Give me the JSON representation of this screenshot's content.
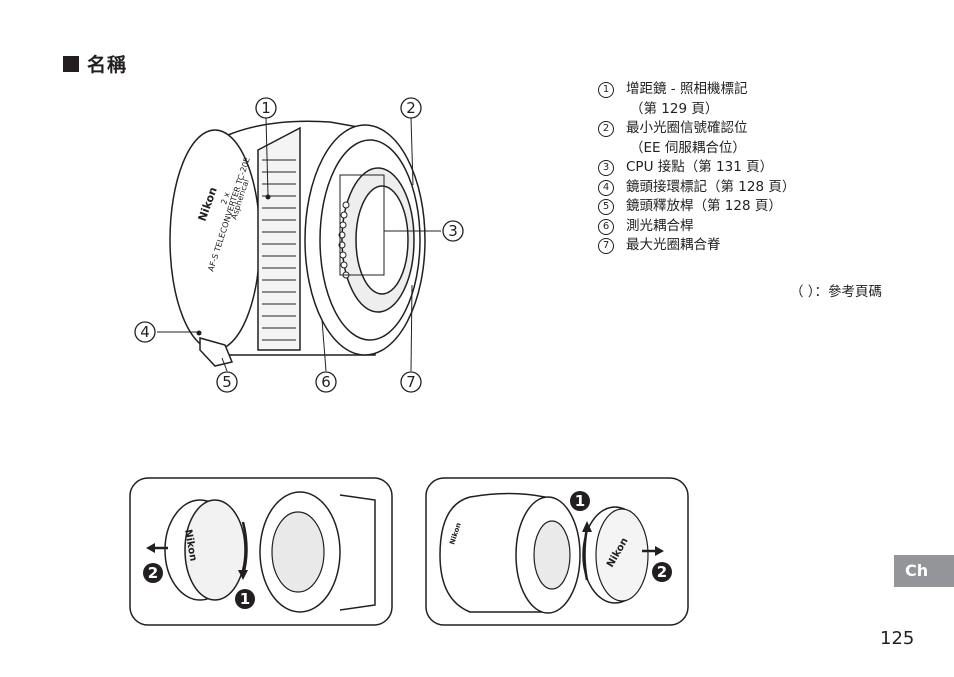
{
  "section": {
    "title": "名稱"
  },
  "callouts": [
    "1",
    "2",
    "3",
    "4",
    "5",
    "6",
    "7"
  ],
  "parts": [
    {
      "num": "1",
      "label": "增距鏡 - 照相機標記",
      "sub": "（第 129 頁）"
    },
    {
      "num": "2",
      "label": "最小光圈信號確認位",
      "sub": "（EE 伺服耦合位）"
    },
    {
      "num": "3",
      "label": "CPU 接點（第 131 頁）",
      "sub": ""
    },
    {
      "num": "4",
      "label": "鏡頭接環標記（第 128 頁）",
      "sub": ""
    },
    {
      "num": "5",
      "label": "鏡頭釋放桿（第 128 頁）",
      "sub": ""
    },
    {
      "num": "6",
      "label": "測光耦合桿",
      "sub": ""
    },
    {
      "num": "7",
      "label": "最大光圈耦合脊",
      "sub": ""
    }
  ],
  "page_ref_note": "（ ）：參考頁碼",
  "lens_markings": {
    "brand": "Nikon",
    "model": "AF-S TELECONVERTER TC-20E",
    "magnification": "2 x",
    "type": "Aspherical"
  },
  "cap_steps": [
    "1",
    "2"
  ],
  "lang_tab": "Ch",
  "page_number": "125"
}
